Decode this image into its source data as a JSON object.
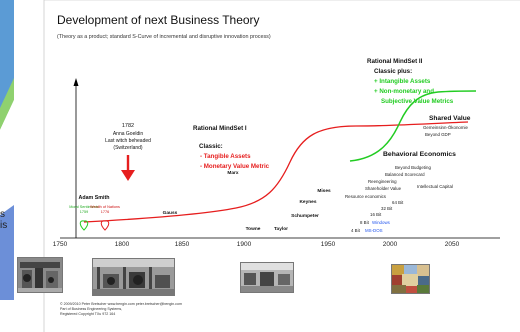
{
  "slide": {
    "title": "Development of next Business Theory",
    "subtitle": "(Theory as a product; standard S-Curve of incremental and disruptive innovation process)"
  },
  "timeline": {
    "years": [
      "1750",
      "1800",
      "1850",
      "1900",
      "1950",
      "2000",
      "2050"
    ]
  },
  "event_1782": {
    "year": "1782",
    "line1": "Anna Goeldin",
    "line2": "Last witch beheaded",
    "line3": "(Switzerland)"
  },
  "adam_smith": {
    "name": "Adam Smith",
    "moral_label": "Moral Sentiments",
    "moral_year": "1759",
    "wealth_label": "Wealth of Nations",
    "wealth_year": "1776"
  },
  "names": {
    "gauss": "Gauss",
    "marx": "Marx",
    "towne": "Towne",
    "taylor": "Taylor",
    "keynes": "Keynes",
    "schumpeter": "Schumpeter",
    "mises": "Mises"
  },
  "mindset1": {
    "title": "Rational MindSet I",
    "classic": "Classic:",
    "item1": "- Tangible Assets",
    "item2": "- Monetary Value Metric"
  },
  "mindset2": {
    "title": "Rational MindSet II",
    "classic": "Classic plus:",
    "item1": "+ Intangible Assets",
    "item2a": "+ Non-monetary and",
    "item2b": "Subjective Value Metrics"
  },
  "shared_value": {
    "title": "Shared Value",
    "line1": "Gemeinsinn-Ökonomie",
    "line2": "Beyond GDP"
  },
  "behavioral": {
    "title": "Behavioral Economics",
    "line1": "Beyond Budgeting",
    "line2": "Balanced Scorecard",
    "line3": "Reengineering",
    "line4": "Shareholder Value",
    "intellectual": "Intellectual Capital"
  },
  "computing": {
    "resource": "Resource economics",
    "bit64": "64 Bit",
    "bit32": "32 Bit",
    "bit16": "16 Bit",
    "bit8": "8 Bit",
    "bit4": "4 Bit",
    "windows": "Windows",
    "msdos": "MS-DOS"
  },
  "left_clip": {
    "line1": "s",
    "line2": "is"
  },
  "copyright": {
    "line1": "© 2009/2010  Peter Bretscher www.bengin.com  peter.bretscher@bengin.com",
    "line2": "Part of Business Engineering Systems,",
    "line3": "Registered Copyright TXu 972 164"
  },
  "colors": {
    "red": "#e61e1e",
    "green": "#22cc22",
    "blue": "#2255ee",
    "dark_red": "#cc1111"
  }
}
